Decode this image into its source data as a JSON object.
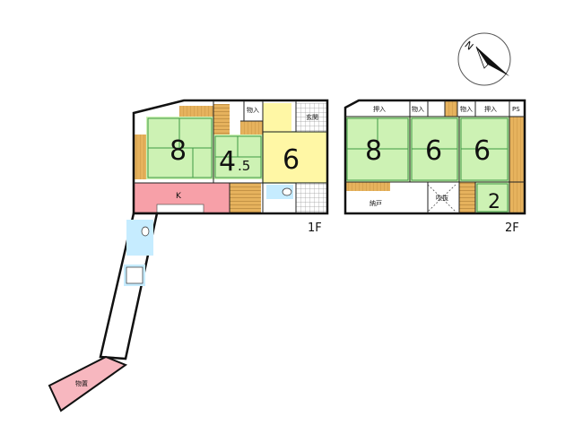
{
  "colors": {
    "tatami": "#cdf2b4",
    "tatami_edge": "#3f9a45",
    "flooring_yellow": "#fff7a5",
    "kitchen": "#f7a0a8",
    "bath": "#c6ecff",
    "wood": "#e6b25d",
    "storage_pink": "#f7b7bf",
    "tile": "#cfcfcf"
  },
  "compass": {
    "north_label": "N"
  },
  "floor1": {
    "label": "1F",
    "room_a": "8",
    "room_b": "4",
    "room_b_suffix": ".5",
    "room_c": "6",
    "kitchen": "K",
    "closet": "物入",
    "entrance": "玄関"
  },
  "floor2": {
    "label": "2F",
    "room_a": "8",
    "room_b": "6",
    "room_c": "6",
    "room_d": "2",
    "oshiire1": "押入",
    "closet1": "物入",
    "closet2": "物入",
    "oshiire2": "押入",
    "ps": "PS",
    "nando": "納戸",
    "fukinuke": "吹抜"
  },
  "shed": {
    "label": "物置"
  }
}
